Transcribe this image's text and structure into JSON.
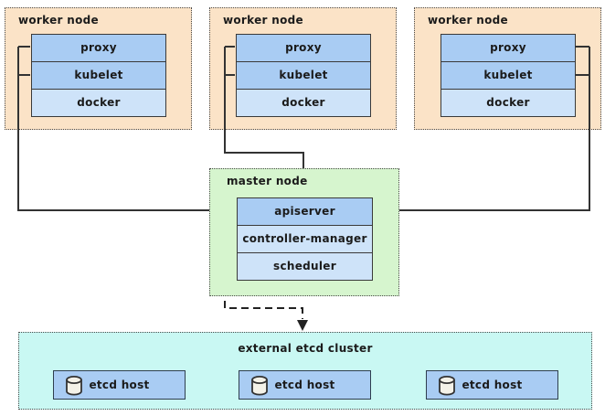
{
  "diagram": {
    "workers": [
      {
        "title": "worker node",
        "components": [
          "proxy",
          "kubelet",
          "docker"
        ]
      },
      {
        "title": "worker node",
        "components": [
          "proxy",
          "kubelet",
          "docker"
        ]
      },
      {
        "title": "worker node",
        "components": [
          "proxy",
          "kubelet",
          "docker"
        ]
      }
    ],
    "master": {
      "title": "master node",
      "components": [
        "apiserver",
        "controller-manager",
        "scheduler"
      ]
    },
    "etcd": {
      "title": "external etcd cluster",
      "hosts": [
        {
          "label": "etcd host",
          "icon": "database-icon"
        },
        {
          "label": "etcd host",
          "icon": "database-icon"
        },
        {
          "label": "etcd host",
          "icon": "database-icon"
        }
      ]
    },
    "connections": [
      {
        "from": "worker-1 proxy/kubelet",
        "to": "apiserver",
        "style": "solid",
        "enters": "left"
      },
      {
        "from": "worker-2 proxy/kubelet",
        "to": "apiserver",
        "style": "solid",
        "enters": "top"
      },
      {
        "from": "worker-3 proxy/kubelet",
        "to": "apiserver",
        "style": "solid",
        "enters": "right"
      },
      {
        "from": "apiserver",
        "to": "external etcd cluster",
        "style": "dashed",
        "enters": "top"
      }
    ],
    "colors": {
      "worker_bg": "#FBE3C7",
      "master_bg": "#D6F5CE",
      "etcd_bg": "#C9F8F3",
      "component_primary": "#A9CCF3",
      "component_secondary": "#CEE3F9",
      "box_border": "#3A3A3A",
      "connector": "#333333",
      "cylinder_fill": "#F4F2E8",
      "text": "#1B1B1B"
    }
  }
}
